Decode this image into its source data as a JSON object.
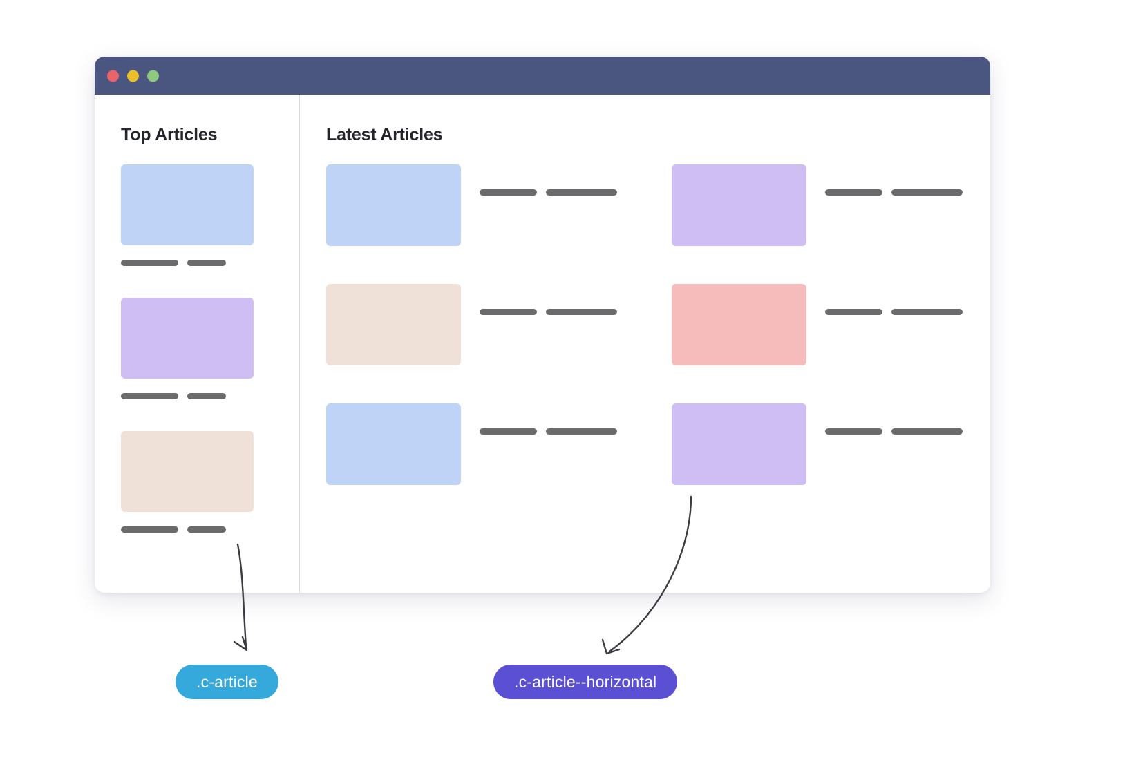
{
  "window": {
    "titlebar": {
      "buttons": [
        {
          "name": "close-button",
          "color": "#e8646a"
        },
        {
          "name": "minimize-button",
          "color": "#ecc02c"
        },
        {
          "name": "maximize-button",
          "color": "#8fc97e"
        }
      ]
    }
  },
  "sidebar": {
    "title": "Top Articles",
    "cards": [
      {
        "thumb_color": "#bed3f5",
        "thumb_name": "blue"
      },
      {
        "thumb_color": "#cebef3",
        "thumb_name": "purple"
      },
      {
        "thumb_color": "#efe1d7",
        "thumb_name": "beige"
      }
    ]
  },
  "main": {
    "title": "Latest Articles",
    "cards": [
      {
        "thumb_color": "#bed3f5",
        "thumb_name": "blue"
      },
      {
        "thumb_color": "#cebef3",
        "thumb_name": "purple"
      },
      {
        "thumb_color": "#efe1d7",
        "thumb_name": "beige"
      },
      {
        "thumb_color": "#f6bcbc",
        "thumb_name": "pink"
      },
      {
        "thumb_color": "#bed3f5",
        "thumb_name": "blue"
      },
      {
        "thumb_color": "#cebef3",
        "thumb_name": "purple"
      }
    ]
  },
  "annotations": {
    "article_pill": {
      "label": ".c-article",
      "color": "#36a9dc"
    },
    "article_horizontal_pill": {
      "label": ".c-article--horizontal",
      "color": "#5b4fd4"
    }
  },
  "colors": {
    "titlebar": "#4a5580",
    "heading_text": "#24262c",
    "bar_title": "#6b6b6e",
    "bar_subtitle": "#a7a7aa",
    "divider": "#d8dde6",
    "page_background": "#ffffff"
  }
}
